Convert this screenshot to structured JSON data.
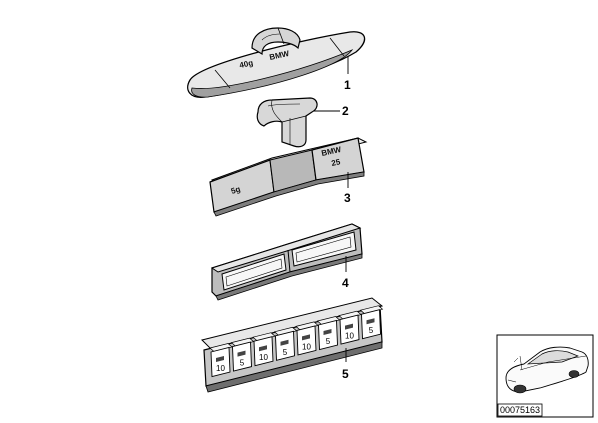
{
  "callouts": {
    "part_1": "1",
    "part_2": "2",
    "part_3": "3",
    "part_4": "4",
    "part_5": "5"
  },
  "embossing": {
    "weight_1_left": "40g",
    "weight_1_right": "BMW",
    "weight_3_left": "5g",
    "weight_3_right": "BMW",
    "weight_3_small": "25"
  },
  "strip_segments": [
    "10",
    "5",
    "10",
    "5",
    "10",
    "5",
    "10",
    "5"
  ],
  "reference_code": "00075163",
  "colors": {
    "line": "#000000",
    "fill_light": "#eeeeee",
    "fill_mid": "#c8c8c8",
    "fill_dark": "#8a8a8a"
  }
}
